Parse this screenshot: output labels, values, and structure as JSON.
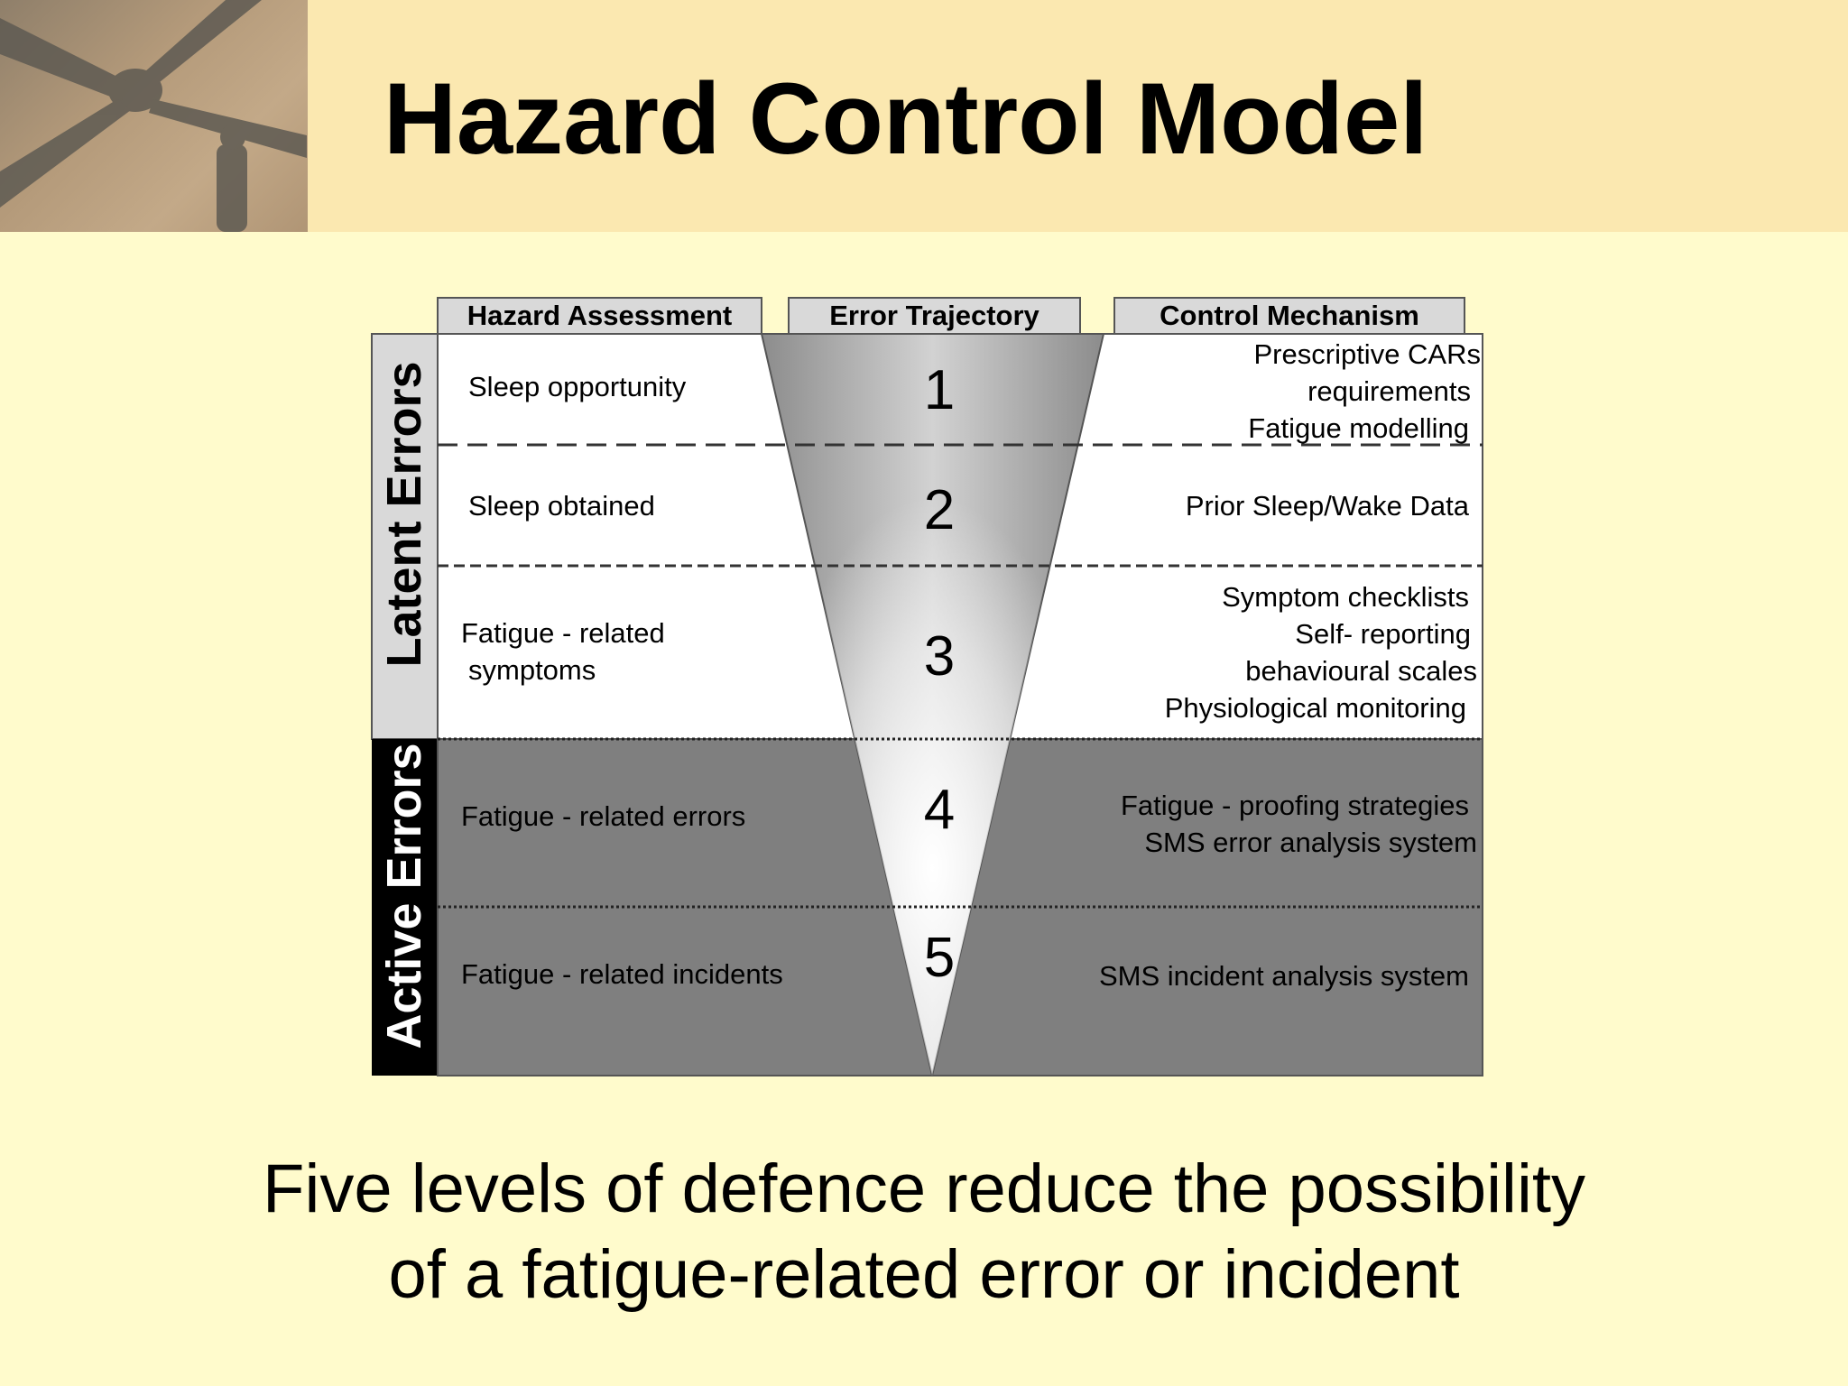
{
  "slide": {
    "title": "Hazard Control Model",
    "caption_line1": "Five levels of defence reduce the possibility",
    "caption_line2": "of a fatigue-related error or incident"
  },
  "diagram": {
    "column_headers": {
      "hazard_assessment": "Hazard Assessment",
      "error_trajectory": "Error Trajectory",
      "control_mechanism": "Control Mechanism"
    },
    "groups": {
      "latent": "Latent Errors",
      "active": "Active Errors"
    },
    "levels": [
      {
        "number": "1",
        "hazard": [
          "Sleep opportunity"
        ],
        "controls": [
          "Prescriptive CARs",
          "requirements",
          "Fatigue modelling"
        ]
      },
      {
        "number": "2",
        "hazard": [
          "Sleep obtained"
        ],
        "controls": [
          "Prior Sleep/Wake Data"
        ]
      },
      {
        "number": "3",
        "hazard": [
          "Fatigue - related",
          "symptoms"
        ],
        "controls": [
          "Symptom checklists",
          "Self- reporting",
          "behavioural  scales",
          "Physiological monitoring"
        ]
      },
      {
        "number": "4",
        "hazard": [
          "Fatigue - related errors"
        ],
        "controls": [
          "Fatigue -  proofing strategies",
          "SMS error analysis system"
        ]
      },
      {
        "number": "5",
        "hazard": [
          "Fatigue -  related incidents"
        ],
        "controls": [
          "SMS incident analysis system"
        ]
      }
    ],
    "colors": {
      "latent_band": "#ffffff",
      "active_band": "#7f7f7f",
      "header_box": "#d9d9d9",
      "latent_label_bg": "#d9d9d9",
      "active_label_bg": "#000000"
    }
  }
}
